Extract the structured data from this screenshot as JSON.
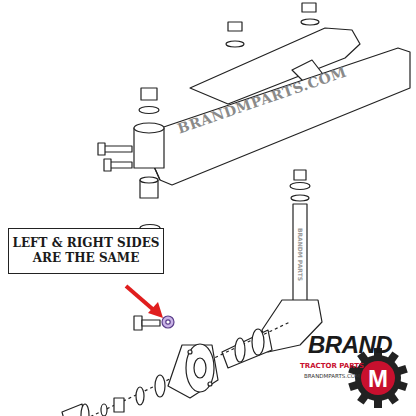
{
  "diagram": {
    "nodes": [
      {
        "text": [
          "LEFT & RIGHT SIDES ARE THE SAME"
        ]
      }
    ],
    "labels": [
      "BRANDMPARTS.COM",
      "BRANDM PARTS",
      "BRAND",
      "M",
      "TRACTOR PARTS",
      "BRANDMPARTS.COM"
    ]
  }
}
